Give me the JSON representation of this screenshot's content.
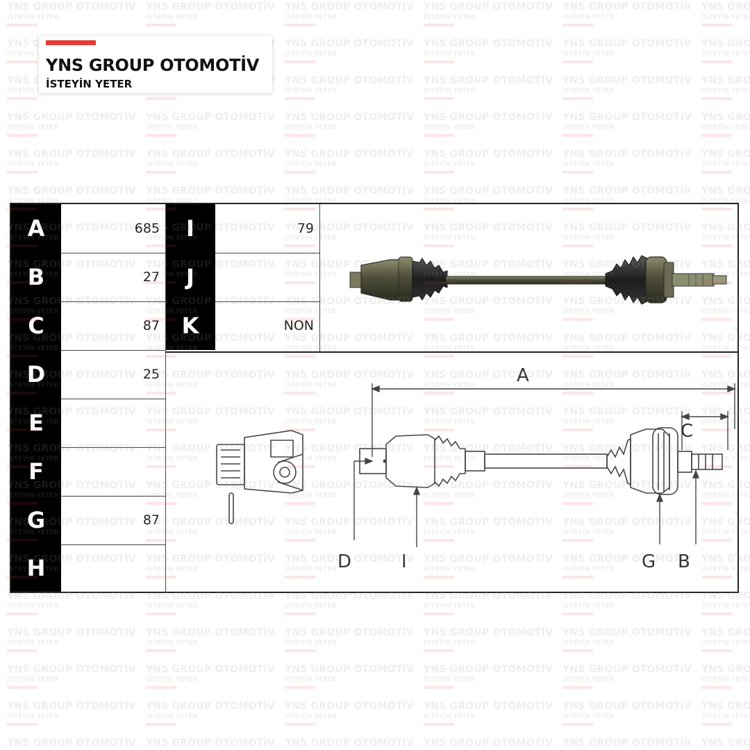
{
  "brand": {
    "name": "YNS GROUP OTOMOTİV",
    "slogan": "İSTEYİN YETER",
    "accent_color": "#e43a3a"
  },
  "watermark": {
    "line1": "YNS GROUP OTOMOTİV",
    "line2": "İSTEYİN YETER"
  },
  "spec_table": {
    "rows_left": [
      {
        "letter": "A",
        "value": "685"
      },
      {
        "letter": "B",
        "value": "27"
      },
      {
        "letter": "C",
        "value": "87"
      },
      {
        "letter": "D",
        "value": "25"
      },
      {
        "letter": "E",
        "value": ""
      },
      {
        "letter": "F",
        "value": ""
      },
      {
        "letter": "G",
        "value": "87"
      },
      {
        "letter": "H",
        "value": ""
      }
    ],
    "rows_right": [
      {
        "letter": "I",
        "value": "79"
      },
      {
        "letter": "J",
        "value": ""
      },
      {
        "letter": "K",
        "value": "NON"
      }
    ]
  },
  "product_photo": {
    "subject": "drive-shaft-photo"
  },
  "diagram": {
    "labels": {
      "A": "A",
      "C": "C",
      "D": "D",
      "I": "I",
      "G": "G",
      "B": "B"
    }
  }
}
